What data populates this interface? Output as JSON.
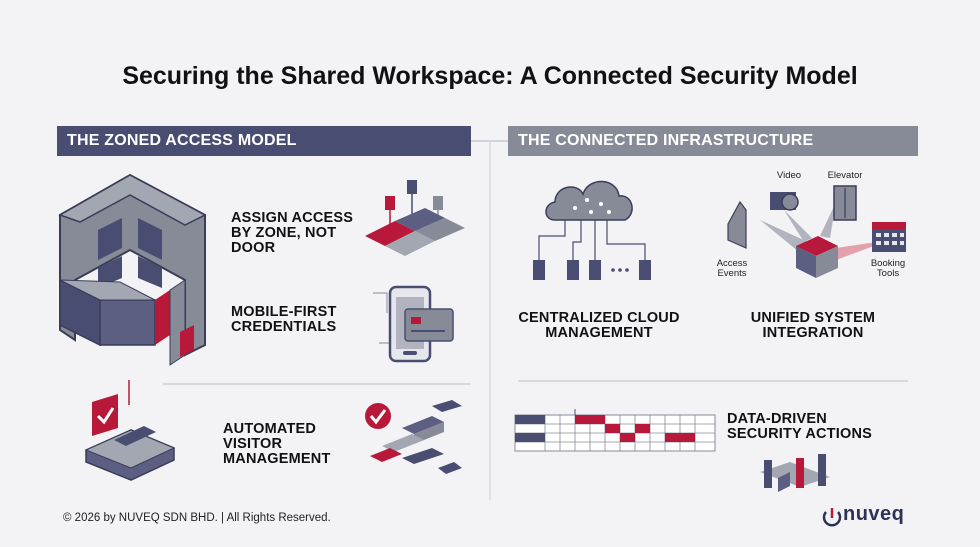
{
  "title": "Securing the Shared Workspace: A Connected Security Model",
  "left_section": {
    "header": "THE ZONED ACCESS MODEL",
    "items": [
      {
        "label_lines": [
          "ASSIGN ACCESS",
          "BY ZONE, NOT",
          "DOOR"
        ]
      },
      {
        "label_lines": [
          "MOBILE-FIRST",
          "CREDENTIALS"
        ]
      },
      {
        "label_lines": [
          "AUTOMATED",
          "VISITOR",
          "MANAGEMENT"
        ]
      }
    ]
  },
  "right_section": {
    "header": "THE CONNECTED INFRASTRUCTURE",
    "items": [
      {
        "label_lines": [
          "CENTRALIZED CLOUD",
          "MANAGEMENT"
        ]
      },
      {
        "label_lines": [
          "UNIFIED SYSTEM",
          "INTEGRATION"
        ]
      },
      {
        "label_lines": [
          "DATA-DRIVEN",
          "SECURITY ACTIONS"
        ]
      }
    ],
    "integration_labels": {
      "video": "Video",
      "elevator": "Elevator",
      "access_events": [
        "Access",
        "Events"
      ],
      "booking_tools": [
        "Booking",
        "Tools"
      ]
    }
  },
  "footer": "© 2026 by NUVEQ SDN BHD. | All Rights Reserved.",
  "logo_text": "nuveq",
  "colors": {
    "navy": "#4a4d72",
    "gray": "#868b97",
    "red": "#b8193a",
    "background": "#f3f3f6"
  }
}
